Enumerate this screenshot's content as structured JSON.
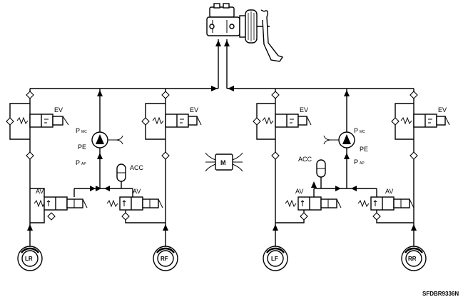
{
  "labels": {
    "ev": "EV",
    "av": "AV",
    "acc": "ACC",
    "pe": "PE",
    "p": "P",
    "mc": "MC",
    "ap": "AP",
    "motor": "M"
  },
  "wheels": {
    "lr": "LR",
    "rf": "RF",
    "lf": "LF",
    "rr": "RR"
  },
  "reference_code": "SFDBR9336N"
}
